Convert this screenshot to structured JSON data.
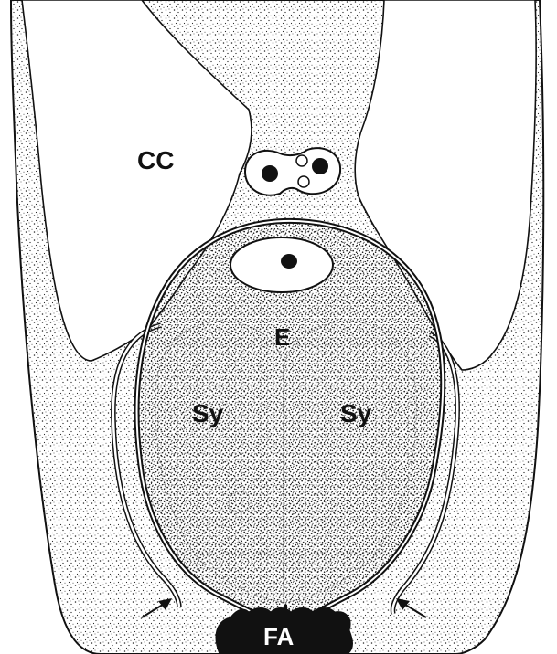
{
  "labels": {
    "cc": "CC",
    "e": "E",
    "sy_left": "Sy",
    "sy_right": "Sy",
    "fa": "FA"
  },
  "colors": {
    "ink": "#111111",
    "paper": "#ffffff",
    "stipple": "#2a2a2a"
  }
}
